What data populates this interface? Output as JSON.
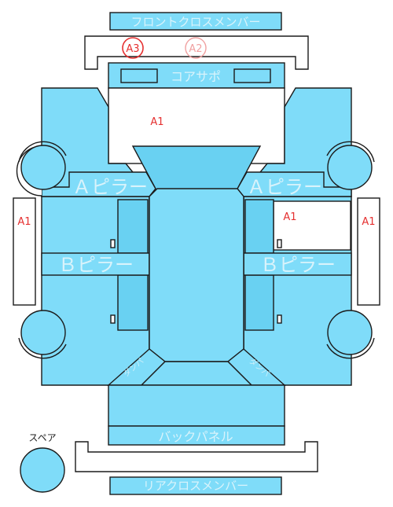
{
  "parts": {
    "front_cross_member": "フロントクロスメンバー",
    "core_support": "コアサポ",
    "a_pillar": "Ａピラー",
    "b_pillar": "Ｂピラー",
    "back_panel": "バックパネル",
    "rear_cross_member": "リアクロスメンバー",
    "spare": "スペア",
    "dampa": "ダンパ"
  },
  "marks": {
    "a1": "A1",
    "a2": "A2",
    "a3": "A3"
  },
  "colors": {
    "part_fill": "#7fdcf9",
    "part_dark_fill": "#69d1f2",
    "mark_red": "#e53030",
    "mark_light_red": "#f0a0a0"
  }
}
